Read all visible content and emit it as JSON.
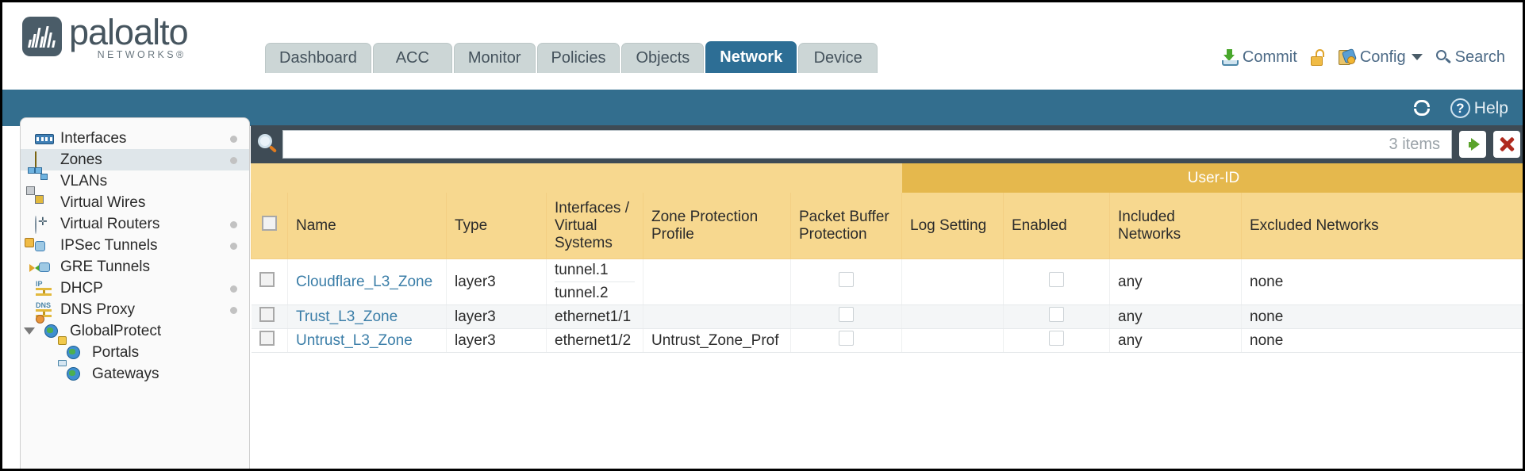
{
  "brand": {
    "name": "paloalto",
    "sub": "NETWORKS®",
    "logo_icon": "paloalto-waveform-logo"
  },
  "tabs": [
    {
      "label": "Dashboard",
      "active": false
    },
    {
      "label": "ACC",
      "active": false
    },
    {
      "label": "Monitor",
      "active": false
    },
    {
      "label": "Policies",
      "active": false
    },
    {
      "label": "Objects",
      "active": false
    },
    {
      "label": "Network",
      "active": true
    },
    {
      "label": "Device",
      "active": false
    }
  ],
  "header_actions": {
    "commit": {
      "label": "Commit",
      "icon": "commit-download-icon"
    },
    "lock": {
      "icon": "unlock-padlock-icon"
    },
    "config": {
      "label": "Config",
      "icon": "config-wrench-icon",
      "caret": "chevron-down-icon"
    },
    "search": {
      "label": "Search",
      "icon": "search-magnifier-icon"
    }
  },
  "blueband": {
    "refresh_icon": "refresh-icon",
    "help_label": "Help",
    "help_icon": "help-question-icon"
  },
  "sidebar": {
    "items": [
      {
        "label": "Interfaces",
        "icon": "interfaces-icon",
        "selected": false,
        "dot": true,
        "child": false,
        "triangle": false
      },
      {
        "label": "Zones",
        "icon": "zones-icon",
        "selected": true,
        "dot": true,
        "child": false,
        "triangle": false
      },
      {
        "label": "VLANs",
        "icon": "vlans-icon",
        "selected": false,
        "dot": false,
        "child": false,
        "triangle": false
      },
      {
        "label": "Virtual Wires",
        "icon": "virtual-wires-icon",
        "selected": false,
        "dot": false,
        "child": false,
        "triangle": false
      },
      {
        "label": "Virtual Routers",
        "icon": "virtual-routers-icon",
        "selected": false,
        "dot": true,
        "child": false,
        "triangle": false
      },
      {
        "label": "IPSec Tunnels",
        "icon": "ipsec-tunnels-icon",
        "selected": false,
        "dot": true,
        "child": false,
        "triangle": false
      },
      {
        "label": "GRE Tunnels",
        "icon": "gre-tunnels-icon",
        "selected": false,
        "dot": false,
        "child": false,
        "triangle": false
      },
      {
        "label": "DHCP",
        "icon": "dhcp-icon",
        "selected": false,
        "dot": true,
        "child": false,
        "triangle": false
      },
      {
        "label": "DNS Proxy",
        "icon": "dns-proxy-icon",
        "selected": false,
        "dot": true,
        "child": false,
        "triangle": false
      },
      {
        "label": "GlobalProtect",
        "icon": "globalprotect-icon",
        "selected": false,
        "dot": false,
        "child": false,
        "triangle": true
      },
      {
        "label": "Portals",
        "icon": "portals-icon",
        "selected": false,
        "dot": false,
        "child": true,
        "triangle": false
      },
      {
        "label": "Gateways",
        "icon": "gateways-icon",
        "selected": false,
        "dot": false,
        "child": true,
        "triangle": false
      }
    ]
  },
  "toolbar": {
    "search_icon": "search-magnifier-icon",
    "search_value": "",
    "search_placeholder": "",
    "items_count": "3 items",
    "apply_icon": "apply-green-arrow-icon",
    "clear_icon": "clear-red-x-icon"
  },
  "table": {
    "group_header": {
      "userid": "User-ID"
    },
    "columns": [
      "Name",
      "Type",
      "Interfaces / Virtual Systems",
      "Zone Protection Profile",
      "Packet Buffer Protection",
      "Log Setting",
      "Enabled",
      "Included Networks",
      "Excluded Networks"
    ],
    "rows": [
      {
        "name": "Cloudflare_L3_Zone",
        "type": "layer3",
        "interfaces": [
          "tunnel.1",
          "tunnel.2"
        ],
        "zone_protection_profile": "",
        "packet_buffer_protection": false,
        "log_setting": "",
        "userid_enabled": false,
        "included_networks": "any",
        "excluded_networks": "none"
      },
      {
        "name": "Trust_L3_Zone",
        "type": "layer3",
        "interfaces": [
          "ethernet1/1"
        ],
        "zone_protection_profile": "",
        "packet_buffer_protection": false,
        "log_setting": "",
        "userid_enabled": false,
        "included_networks": "any",
        "excluded_networks": "none"
      },
      {
        "name": "Untrust_L3_Zone",
        "type": "layer3",
        "interfaces": [
          "ethernet1/2"
        ],
        "zone_protection_profile": "Untrust_Zone_Prof",
        "packet_buffer_protection": false,
        "log_setting": "",
        "userid_enabled": false,
        "included_networks": "any",
        "excluded_networks": "none"
      }
    ]
  },
  "colors": {
    "brand_blue": "#336e8e",
    "active_tab": "#2d6e95",
    "table_header": "#f7d88f",
    "userid_header": "#e5b84d",
    "link": "#3b7ea8"
  }
}
